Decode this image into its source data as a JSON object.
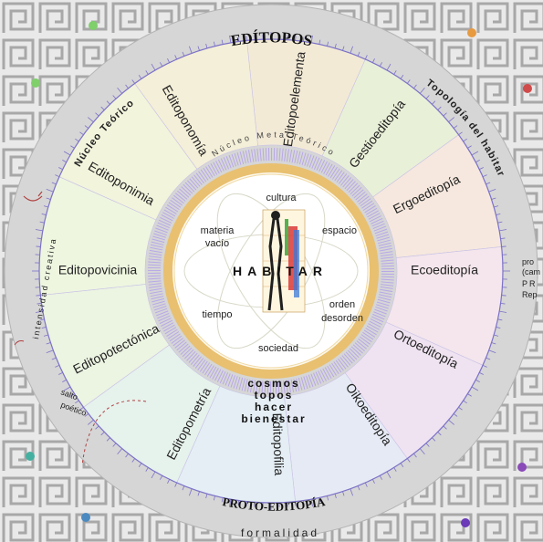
{
  "title": "EDÍTOPOS",
  "bottom_title": "PROTO-EDITOPÍA",
  "bottom_outer_label": "formalidad",
  "left_arc_label": "Núcleo Teórico",
  "right_arc_label": "Topología del habitar",
  "meta_arc_label": "Núcleo Meta-Teórico",
  "left_side": {
    "creative_label": "intensidad creativa",
    "leap_label_1": "salto",
    "leap_label_2": "poético"
  },
  "right_side_text": [
    "pro",
    "(cam",
    "PR",
    "Rep"
  ],
  "sectors": [
    {
      "label": "Editopoelementa"
    },
    {
      "label": "Gestioeditopía"
    },
    {
      "label": "Ergoeditopía"
    },
    {
      "label": "Ecoeditopía"
    },
    {
      "label": "Ortoeditopía"
    },
    {
      "label": "Oikoeditopía"
    },
    {
      "label": "Editopofilia"
    },
    {
      "label": "Editopometría"
    },
    {
      "label": "Editopotectónica"
    },
    {
      "label": "Editopovicinia"
    },
    {
      "label": "Editoponimia"
    },
    {
      "label": "Editoponomía"
    }
  ],
  "center": {
    "habitar": "HABITAR",
    "cultura": "cultura",
    "materia": "materia",
    "vacio": "vacío",
    "espacio": "espacio",
    "orden": "orden",
    "desorden": "desorden",
    "tiempo": "tiempo",
    "sociedad": "sociedad"
  },
  "inner_bottom_words": [
    "cosmos",
    "topos",
    "hacer",
    "bienestar"
  ],
  "colors": {
    "frame": "#dcdcdc",
    "meander": "#9a9a9a",
    "outer_ring": "#8a7fd1",
    "inner_ring": "#e8c070",
    "dot_green": "#7fcf6a",
    "dot_orange": "#e89a40",
    "dot_red": "#d04a4a",
    "dot_teal": "#44b0a0",
    "dot_purple": "#8a4ab8",
    "dot_blue": "#4a8ac0",
    "dot_violet": "#6a3ab8"
  }
}
